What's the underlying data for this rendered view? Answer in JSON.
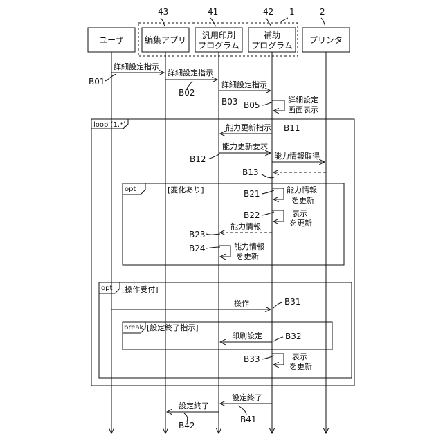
{
  "reference_numbers": {
    "editor_app": "43",
    "general_print": "41",
    "aux_program": "42",
    "group": "1",
    "printer": "2"
  },
  "lifelines": {
    "user": "ユーザ",
    "editor_app": "編集アプリ",
    "general_print_l1": "汎用印刷",
    "general_print_l2": "プログラム",
    "aux_l1": "補助",
    "aux_l2": "プログラム",
    "printer": "プリンタ"
  },
  "fragments": {
    "loop": "loop (1,*)",
    "opt1": "opt",
    "opt1_guard": "[変化あり]",
    "opt2": "opt",
    "opt2_guard": "[操作受付]",
    "break": "break",
    "break_guard": "[設定終了指示]"
  },
  "messages": {
    "b01": "詳細設定指示",
    "b02": "詳細設定指示",
    "b03": "詳細設定指示",
    "b05_l1": "詳細設定",
    "b05_l2": "画面表示",
    "b11": "能力更新指示",
    "b12": "能力更新要求",
    "b13": "能力情報取得",
    "b21_l1": "能力情報",
    "b21_l2": "を更新",
    "b22_l1": "表示",
    "b22_l2": "を更新",
    "b23": "能力情報",
    "b24_l1": "能力情報",
    "b24_l2": "を更新",
    "b31": "操作",
    "b32": "印刷設定",
    "b33_l1": "表示",
    "b33_l2": "を更新",
    "b41": "設定終了",
    "b42": "設定終了"
  },
  "step_labels": {
    "b01": "B01",
    "b02": "B02",
    "b03": "B03",
    "b05": "B05",
    "b11": "B11",
    "b12": "B12",
    "b13": "B13",
    "b21": "B21",
    "b22": "B22",
    "b23": "B23",
    "b24": "B24",
    "b31": "B31",
    "b32": "B32",
    "b33": "B33",
    "b41": "B41",
    "b42": "B42"
  }
}
